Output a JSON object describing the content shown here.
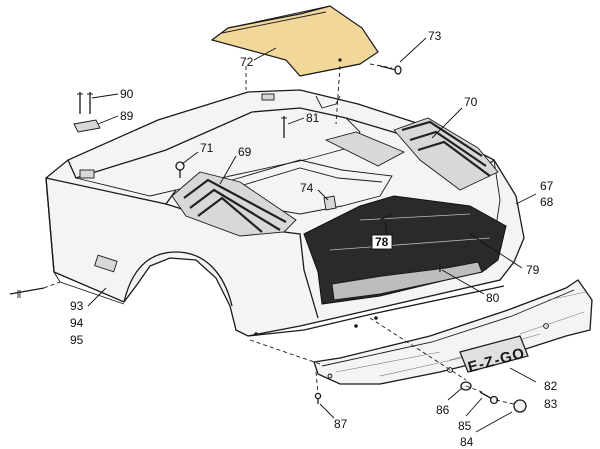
{
  "diagram": {
    "brand_logo": "E-Z-GO",
    "callouts": [
      {
        "id": "c72",
        "text": "72"
      },
      {
        "id": "c73",
        "text": "73"
      },
      {
        "id": "c90",
        "text": "90"
      },
      {
        "id": "c89",
        "text": "89"
      },
      {
        "id": "c70",
        "text": "70"
      },
      {
        "id": "c81",
        "text": "81"
      },
      {
        "id": "c71",
        "text": "71"
      },
      {
        "id": "c69",
        "text": "69"
      },
      {
        "id": "c74",
        "text": "74"
      },
      {
        "id": "c67",
        "text": "67"
      },
      {
        "id": "c68",
        "text": "68"
      },
      {
        "id": "c78",
        "text": "78"
      },
      {
        "id": "c79",
        "text": "79"
      },
      {
        "id": "c80",
        "text": "80"
      },
      {
        "id": "c93",
        "text": "93"
      },
      {
        "id": "c94",
        "text": "94"
      },
      {
        "id": "c95",
        "text": "95"
      },
      {
        "id": "c82",
        "text": "82"
      },
      {
        "id": "c83",
        "text": "83"
      },
      {
        "id": "c86",
        "text": "86"
      },
      {
        "id": "c85",
        "text": "85"
      },
      {
        "id": "c84",
        "text": "84"
      },
      {
        "id": "c87",
        "text": "87"
      }
    ]
  },
  "colors": {
    "seat_panel": "#f2d79a",
    "line": "#1a1a1a",
    "background": "#ffffff"
  }
}
